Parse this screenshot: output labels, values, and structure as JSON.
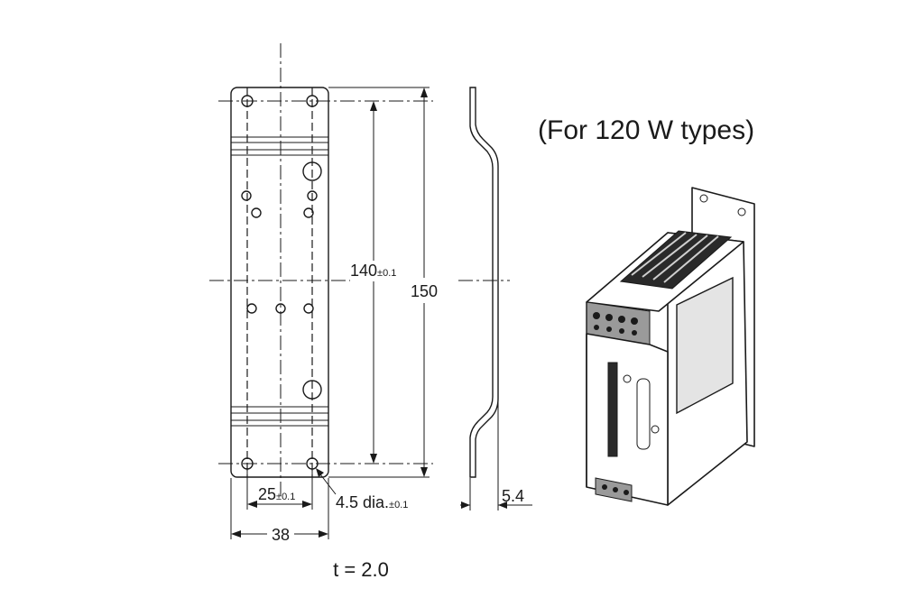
{
  "caption": "(For 120 W types)",
  "thickness_label": "t = 2.0",
  "dimensions": {
    "overall_height": "150",
    "hole_pitch_vertical": "140",
    "hole_pitch_vertical_tol": "±0.1",
    "hole_pitch_horizontal": "25",
    "hole_pitch_horizontal_tol": "±0.1",
    "hole_diameter": "4.5 dia.",
    "hole_diameter_tol": "±0.1",
    "overall_width": "38",
    "offset_depth": "5.4"
  }
}
